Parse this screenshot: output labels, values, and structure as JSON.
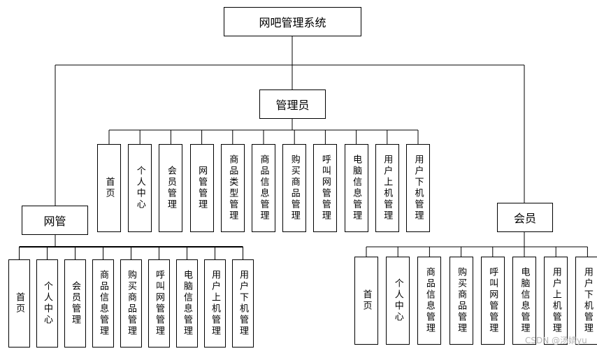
{
  "root": "网吧管理系统",
  "groups": [
    {
      "id": "admin",
      "label": "管理员",
      "items": [
        "首页",
        "个人中心",
        "会员管理",
        "网管管理",
        "商品类型管理",
        "商品信息管理",
        "购买商品管理",
        "呼叫网管管理",
        "电脑信息管理",
        "用户上机管理",
        "用户下机管理"
      ]
    },
    {
      "id": "netadmin",
      "label": "网管",
      "items": [
        "首页",
        "个人中心",
        "会员管理",
        "商品信息管理",
        "购买商品管理",
        "呼叫网管管理",
        "电脑信息管理",
        "用户上机管理",
        "用户下机管理"
      ]
    },
    {
      "id": "member",
      "label": "会员",
      "items": [
        "首页",
        "个人中心",
        "商品信息管理",
        "购买商品管理",
        "呼叫网管管理",
        "电脑信息管理",
        "用户上机管理",
        "用户下机管理"
      ]
    }
  ],
  "watermark": "CSDN @汤婧yu"
}
